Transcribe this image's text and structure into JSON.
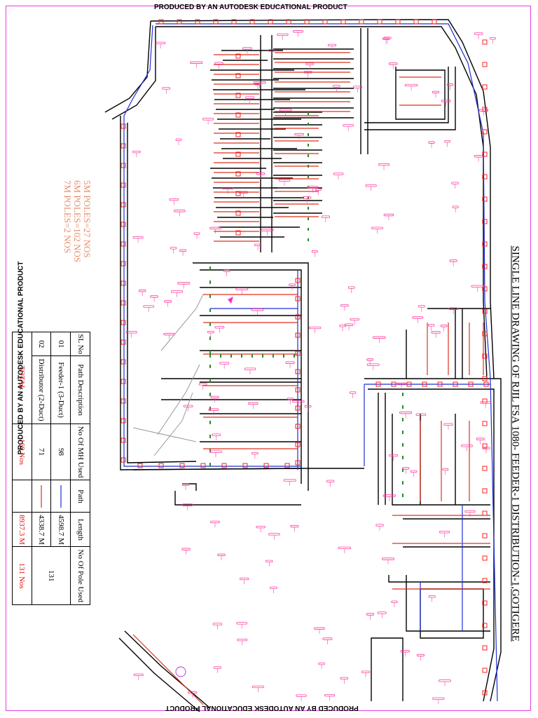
{
  "stamps": {
    "top": "PRODUCED BY AN AUTODESK EDUCATIONAL PRODUCT",
    "left": "PRODUCED BY AN AUTODESK EDUCATIONAL PRODUCT",
    "bottom": "PRODUCED BY AN AUTODESK EDUCATIONAL PRODUCT"
  },
  "title": "SINGLE LINE DRAWING OF RJIL FSA 1080- FEEDER-1 DISTRIBUTION-1,GOTIGERE",
  "poles": [
    "5M POLES=27 NOS",
    "6M POLES=102 NOS",
    "7M POLES=2 NOS"
  ],
  "table": {
    "headers": [
      "SL No",
      "Path Description",
      "No Of MH Used",
      "Path",
      "Length",
      "No Of Pole Used"
    ],
    "rows": [
      {
        "sl": "01",
        "desc": "Feeder-1 (3-Duct)",
        "mh": "98",
        "path_color": "#1f2fd6",
        "length": "4598.7 M"
      },
      {
        "sl": "02",
        "desc": "Distributor (2-Duct)",
        "mh": "71",
        "path_color": "#e0301e",
        "length": "4338.7 M"
      }
    ],
    "poles_used": "131",
    "total": {
      "label": "TOTAL",
      "mh": "169 Nos",
      "length": "8937.3 M",
      "poles": "131 Nos"
    }
  },
  "colors": {
    "frame": "#e040e0",
    "road": "#000000",
    "feeder": "#1f2fd6",
    "distributor": "#e0301e",
    "label": "#ff3fa0",
    "pole": "#2a8a2a"
  }
}
